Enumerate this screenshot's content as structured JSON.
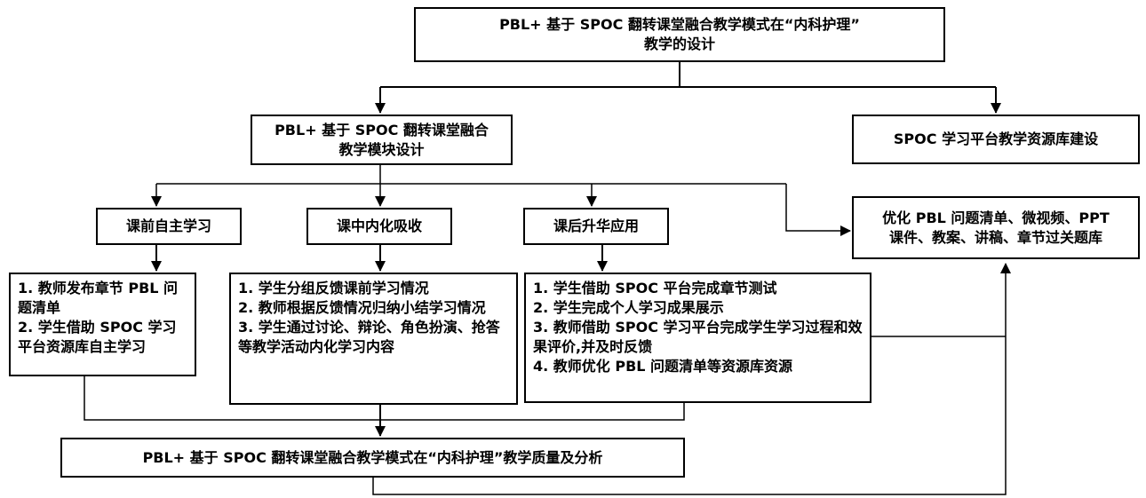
{
  "nodes": {
    "top": {
      "lines": [
        "PBL+ 基于 SPOC 翻转课堂融合教学模式在“内科护理”",
        "教学的设计"
      ]
    },
    "module": {
      "lines": [
        "PBL+ 基于 SPOC 翻转课堂融合",
        "教学模块设计"
      ]
    },
    "platform": {
      "lines": [
        "SPOC 学习平台教学资源库建设"
      ]
    },
    "optimize": {
      "lines": [
        "优化 PBL 问题清单、微视频、PPT",
        "课件、教案、讲稿、章节过关题库"
      ]
    },
    "pre_class": {
      "label": "课前自主学习"
    },
    "in_class": {
      "label": "课中内化吸收"
    },
    "post_class": {
      "label": "课后升华应用"
    },
    "pre_list": {
      "items": [
        "1. 教师发布章节 PBL 问题清单",
        "2. 学生借助 SPOC 学习平台资源库自主学习"
      ]
    },
    "in_list": {
      "items": [
        "1. 学生分组反馈课前学习情况",
        "2. 教师根据反馈情况归纳小结学习情况",
        "3. 学生通过讨论、辩论、角色扮演、抢答等教学活动内化学习内容"
      ]
    },
    "post_list": {
      "items": [
        "1. 学生借助 SPOC 平台完成章节测试",
        "2. 学生完成个人学习成果展示",
        "3. 教师借助 SPOC 学习平台完成学生学习过程和效果评价,并及时反馈",
        "4. 教师优化 PBL 问题清单等资源库资源"
      ]
    },
    "quality": {
      "label": "PBL+ 基于 SPOC 翻转课堂融合教学模式在“内科护理”教学质量及分析"
    }
  }
}
